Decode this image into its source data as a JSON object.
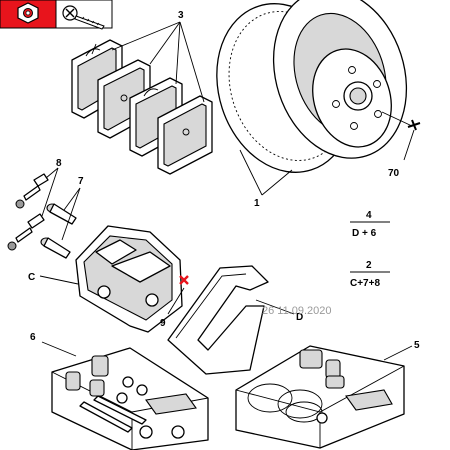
{
  "header_icons": {
    "accent_color": "#e8141c",
    "left": "nut-icon",
    "right": "screw-icon"
  },
  "callouts": {
    "pads": "3",
    "disc": "1",
    "disc_bolt": "70",
    "bleed_screws": "8",
    "guide_pins": "7",
    "caliper": "C",
    "carrier": "D",
    "carrier_ref": "9",
    "seal_kit_box": "6",
    "repair_kit_box": "5"
  },
  "notes": {
    "fraction_1_top": "4",
    "fraction_1_bottom": "D + 6",
    "fraction_2_top": "2",
    "fraction_2_bottom": "C+7+8"
  },
  "watermark": "26 11.09.2020",
  "marker_color": "#e8141c"
}
